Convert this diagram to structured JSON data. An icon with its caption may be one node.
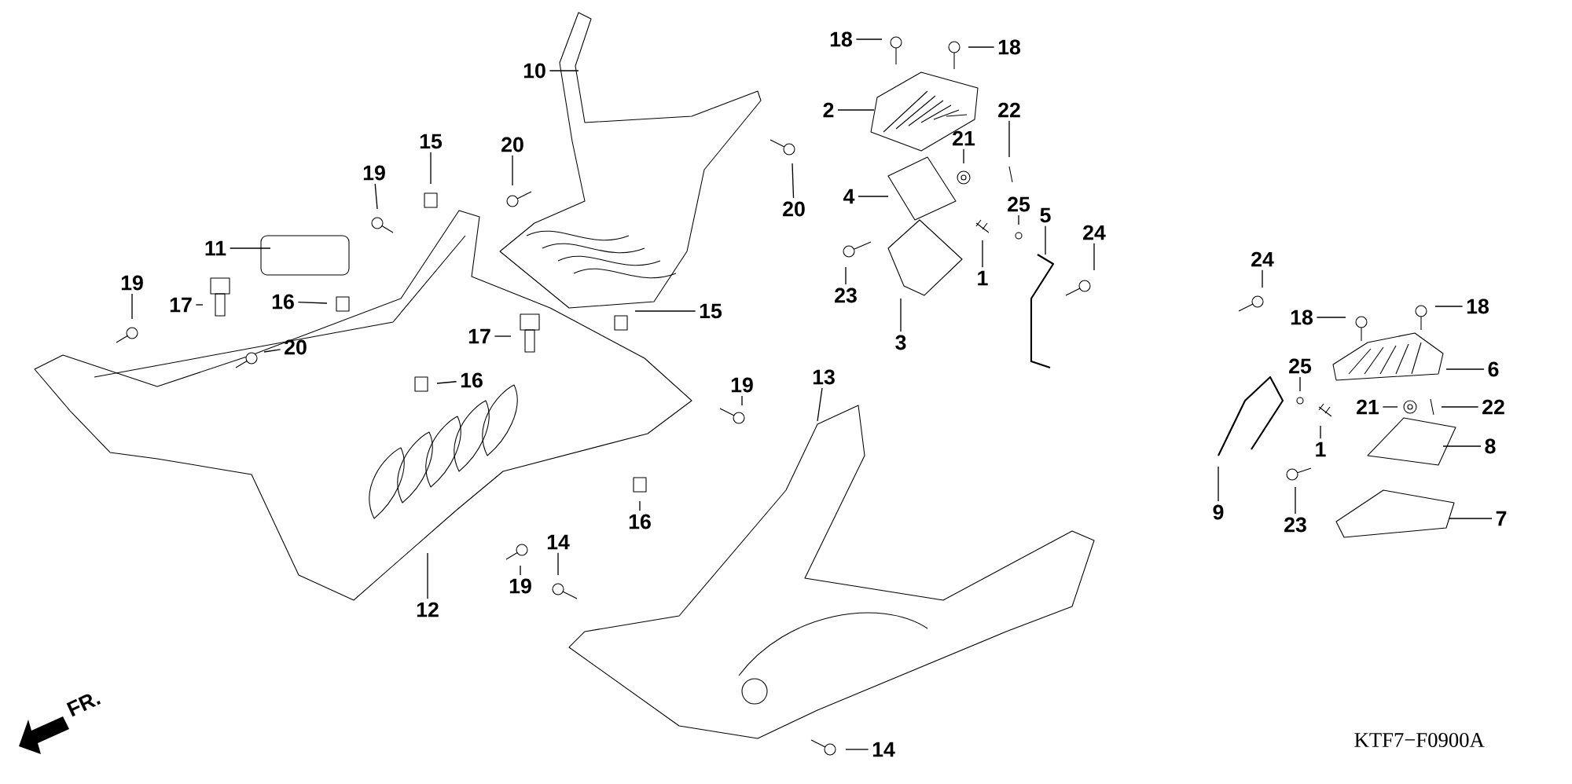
{
  "diagram": {
    "nodes": [
      {
        "text": [
          "10"
        ]
      },
      {
        "text": [
          "20"
        ]
      },
      {
        "text": [
          "20"
        ]
      },
      {
        "text": [
          "19"
        ]
      },
      {
        "text": [
          "15"
        ]
      },
      {
        "text": [
          "11"
        ]
      },
      {
        "text": [
          "16"
        ]
      },
      {
        "text": [
          "19"
        ]
      },
      {
        "text": [
          "17"
        ]
      },
      {
        "text": [
          "20"
        ]
      },
      {
        "text": [
          "17"
        ]
      },
      {
        "text": [
          "16"
        ]
      },
      {
        "text": [
          "15"
        ]
      },
      {
        "text": [
          "19"
        ]
      },
      {
        "text": [
          "13"
        ]
      },
      {
        "text": [
          "16"
        ]
      },
      {
        "text": [
          "12"
        ]
      },
      {
        "text": [
          "19"
        ]
      },
      {
        "text": [
          "14"
        ]
      },
      {
        "text": [
          "14"
        ]
      },
      {
        "text": [
          "18"
        ]
      },
      {
        "text": [
          "18"
        ]
      },
      {
        "text": [
          "2"
        ]
      },
      {
        "text": [
          "22"
        ]
      },
      {
        "text": [
          "21"
        ]
      },
      {
        "text": [
          "4"
        ]
      },
      {
        "text": [
          "25"
        ]
      },
      {
        "text": [
          "5"
        ]
      },
      {
        "text": [
          "24"
        ]
      },
      {
        "text": [
          "1"
        ]
      },
      {
        "text": [
          "23"
        ]
      },
      {
        "text": [
          "3"
        ]
      },
      {
        "text": [
          "24"
        ]
      },
      {
        "text": [
          "18"
        ]
      },
      {
        "text": [
          "18"
        ]
      },
      {
        "text": [
          "6"
        ]
      },
      {
        "text": [
          "25"
        ]
      },
      {
        "text": [
          "21"
        ]
      },
      {
        "text": [
          "22"
        ]
      },
      {
        "text": [
          "1"
        ]
      },
      {
        "text": [
          "8"
        ]
      },
      {
        "text": [
          "9"
        ]
      },
      {
        "text": [
          "23"
        ]
      },
      {
        "text": [
          "7"
        ]
      }
    ],
    "edges": [
      {
        "from": 0,
        "to": null,
        "arrow": "none"
      },
      {
        "from": 1,
        "to": null,
        "arrow": "none"
      },
      {
        "from": 2,
        "to": null,
        "arrow": "none"
      },
      {
        "from": 3,
        "to": null,
        "arrow": "none"
      },
      {
        "from": 4,
        "to": null,
        "arrow": "none"
      },
      {
        "from": 5,
        "to": null,
        "arrow": "none"
      },
      {
        "from": 6,
        "to": null,
        "arrow": "none"
      },
      {
        "from": 7,
        "to": null,
        "arrow": "none"
      },
      {
        "from": 8,
        "to": null,
        "arrow": "none"
      },
      {
        "from": 9,
        "to": null,
        "arrow": "none"
      },
      {
        "from": 10,
        "to": null,
        "arrow": "none"
      },
      {
        "from": 11,
        "to": null,
        "arrow": "none"
      },
      {
        "from": 12,
        "to": null,
        "arrow": "none"
      },
      {
        "from": 13,
        "to": null,
        "arrow": "none"
      },
      {
        "from": 14,
        "to": null,
        "arrow": "none"
      },
      {
        "from": 15,
        "to": null,
        "arrow": "none"
      },
      {
        "from": 16,
        "to": null,
        "arrow": "none"
      },
      {
        "from": 17,
        "to": null,
        "arrow": "none"
      },
      {
        "from": 18,
        "to": null,
        "arrow": "none"
      },
      {
        "from": 19,
        "to": null,
        "arrow": "none"
      },
      {
        "from": 20,
        "to": null,
        "arrow": "none"
      },
      {
        "from": 21,
        "to": null,
        "arrow": "none"
      },
      {
        "from": 22,
        "to": null,
        "arrow": "none"
      },
      {
        "from": 23,
        "to": null,
        "arrow": "none"
      },
      {
        "from": 24,
        "to": null,
        "arrow": "none"
      },
      {
        "from": 25,
        "to": null,
        "arrow": "none"
      },
      {
        "from": 26,
        "to": null,
        "arrow": "none"
      },
      {
        "from": 27,
        "to": null,
        "arrow": "none"
      },
      {
        "from": 28,
        "to": null,
        "arrow": "none"
      },
      {
        "from": 29,
        "to": null,
        "arrow": "none"
      },
      {
        "from": 30,
        "to": null,
        "arrow": "none"
      },
      {
        "from": 31,
        "to": null,
        "arrow": "none"
      },
      {
        "from": 32,
        "to": null,
        "arrow": "none"
      },
      {
        "from": 33,
        "to": null,
        "arrow": "none"
      },
      {
        "from": 34,
        "to": null,
        "arrow": "none"
      },
      {
        "from": 35,
        "to": null,
        "arrow": "none"
      },
      {
        "from": 36,
        "to": null,
        "arrow": "none"
      },
      {
        "from": 37,
        "to": null,
        "arrow": "none"
      },
      {
        "from": 38,
        "to": null,
        "arrow": "none"
      },
      {
        "from": 39,
        "to": null,
        "arrow": "none"
      },
      {
        "from": 40,
        "to": null,
        "arrow": "none"
      },
      {
        "from": 41,
        "to": null,
        "arrow": "none"
      },
      {
        "from": 42,
        "to": null,
        "arrow": "none"
      },
      {
        "from": 43,
        "to": null,
        "arrow": "none"
      }
    ],
    "labels": [
      "FR.",
      "KTF7−F0900A"
    ]
  }
}
